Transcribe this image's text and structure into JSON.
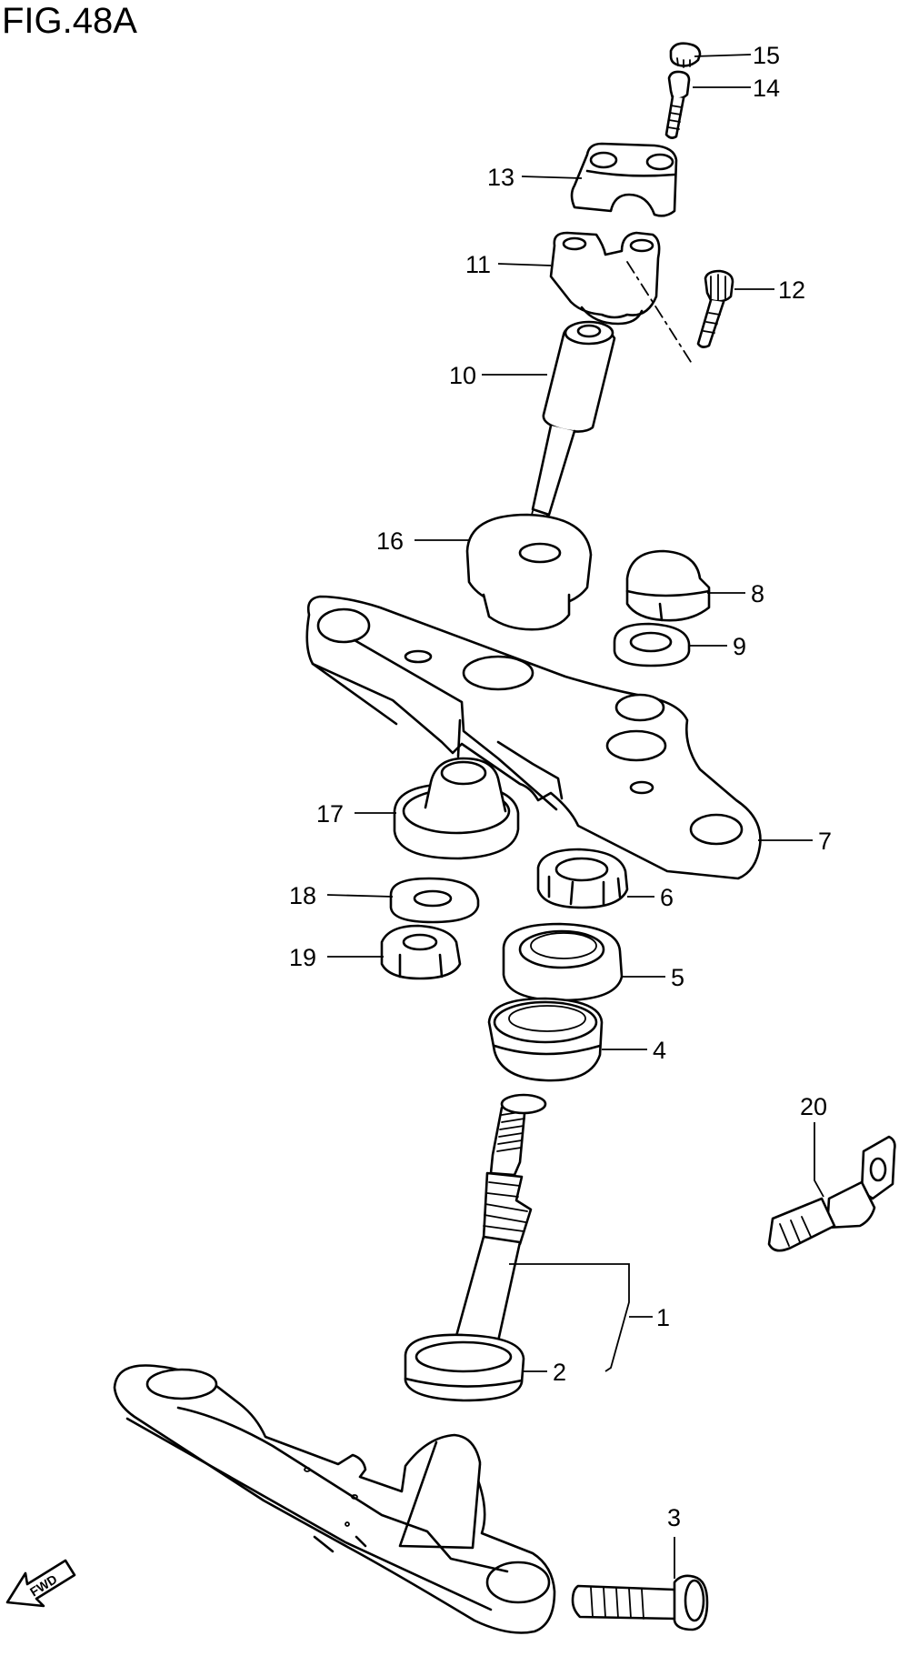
{
  "figure_title": "FIG.48A",
  "direction_badge": "FWD",
  "callouts": [
    {
      "id": "c1",
      "label": "1"
    },
    {
      "id": "c2",
      "label": "2"
    },
    {
      "id": "c3",
      "label": "3"
    },
    {
      "id": "c4",
      "label": "4"
    },
    {
      "id": "c5",
      "label": "5"
    },
    {
      "id": "c6",
      "label": "6"
    },
    {
      "id": "c7",
      "label": "7"
    },
    {
      "id": "c8",
      "label": "8"
    },
    {
      "id": "c9",
      "label": "9"
    },
    {
      "id": "c10",
      "label": "10"
    },
    {
      "id": "c11",
      "label": "11"
    },
    {
      "id": "c12",
      "label": "12"
    },
    {
      "id": "c13",
      "label": "13"
    },
    {
      "id": "c14",
      "label": "14"
    },
    {
      "id": "c15",
      "label": "15"
    },
    {
      "id": "c16",
      "label": "16"
    },
    {
      "id": "c17",
      "label": "17"
    },
    {
      "id": "c18",
      "label": "18"
    },
    {
      "id": "c19",
      "label": "19"
    },
    {
      "id": "c20",
      "label": "20"
    }
  ]
}
